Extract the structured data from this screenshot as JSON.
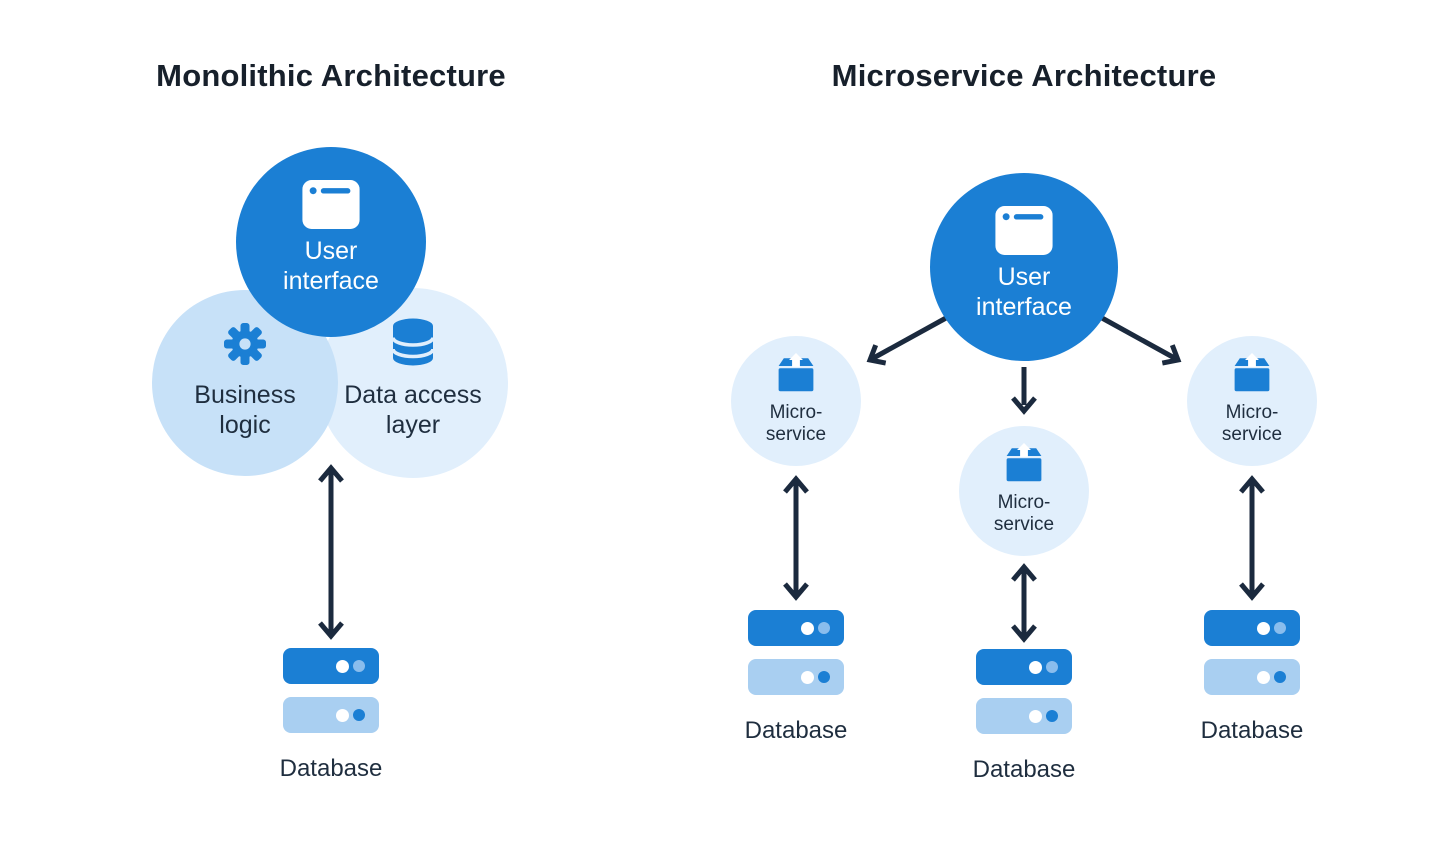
{
  "diagrams": {
    "left": {
      "title": "Monolithic Architecture",
      "ui_label": "User interface",
      "business_label": "Business logic",
      "data_access_label": "Data access layer",
      "database_label": "Database"
    },
    "right": {
      "title": "Microservice Architecture",
      "ui_label": "User interface",
      "microservices": [
        {
          "label": "Micro-service"
        },
        {
          "label": "Micro-service"
        },
        {
          "label": "Micro-service"
        }
      ],
      "databases": [
        {
          "label": "Database"
        },
        {
          "label": "Database"
        },
        {
          "label": "Database"
        }
      ]
    }
  },
  "icons": {
    "user_interface": "browser-window-icon",
    "business_logic": "gear-icon",
    "data_access": "database-cylinder-icon",
    "microservice": "package-icon",
    "database": "server-rack-icon",
    "connection": "arrow"
  },
  "colors": {
    "primary_blue": "#1b7fd4",
    "circle_medium_blue": "#c7e1f8",
    "circle_light_blue": "#e1effc",
    "server_light_blue": "#a9cff1",
    "dot_light_blue": "#8abded",
    "arrow_navy": "#1b2a3e",
    "text_navy": "#1f2e3f",
    "title_dark": "#17202b",
    "background": "#ffffff"
  }
}
